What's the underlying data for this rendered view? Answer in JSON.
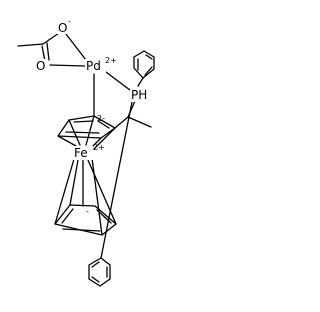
{
  "molecule": {
    "atoms": {
      "o_anion": "O",
      "o_anion_charge": "-",
      "o_carbonyl": "O",
      "palladium": "Pd",
      "palladium_charge": "2+",
      "phosphine": "PH",
      "iron": "Fe",
      "iron_charge": "2+",
      "upper_ring_charge": "2-",
      "lower_ring_charge": "-"
    }
  }
}
